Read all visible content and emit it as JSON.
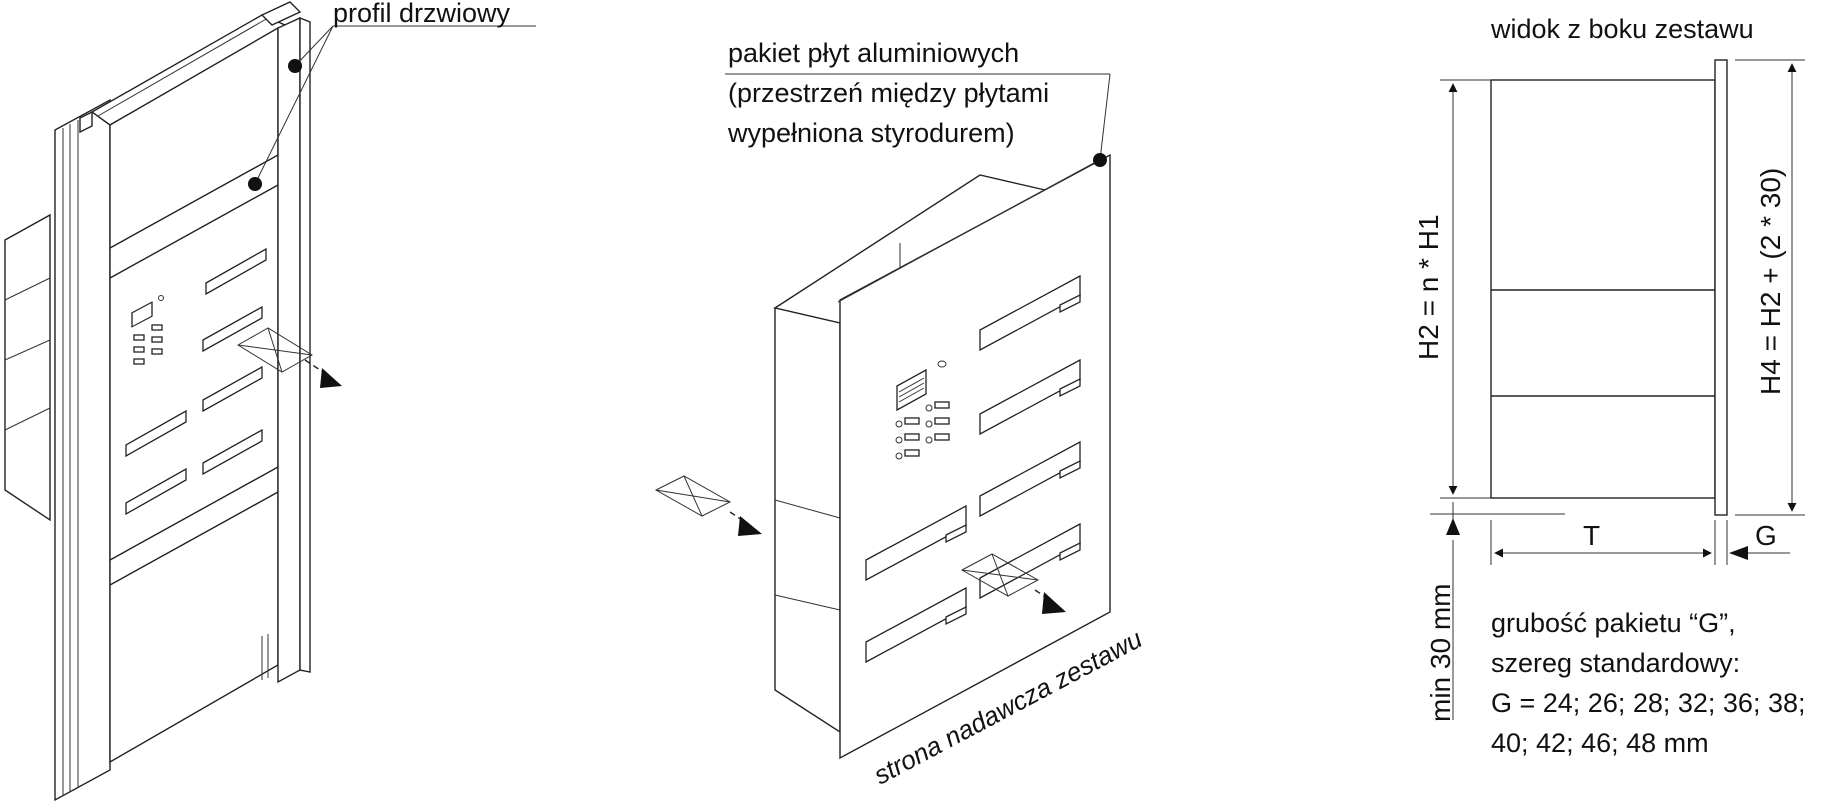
{
  "labels": {
    "door_profile": "profil drzwiowy",
    "panel_line1": "pakiet płyt aluminiowych",
    "panel_line2": "(przestrzeń między płytami",
    "panel_line3": "wypełniona styrodurem)",
    "sender_side": "strona nadawcza zestawu",
    "side_view_title": "widok z boku zestawu"
  },
  "dimensions": {
    "h2": "H2 = n * H1",
    "h4": "H4 = H2 + (2 * 30)",
    "min30": "min 30 mm",
    "t": "T",
    "g": "G"
  },
  "thickness_note": {
    "line1": "grubość pakietu “G”,",
    "line2": "szereg standardowy:",
    "line3": "G = 24; 26; 28; 32; 36; 38;",
    "line4": "40; 42; 46; 48 mm"
  }
}
